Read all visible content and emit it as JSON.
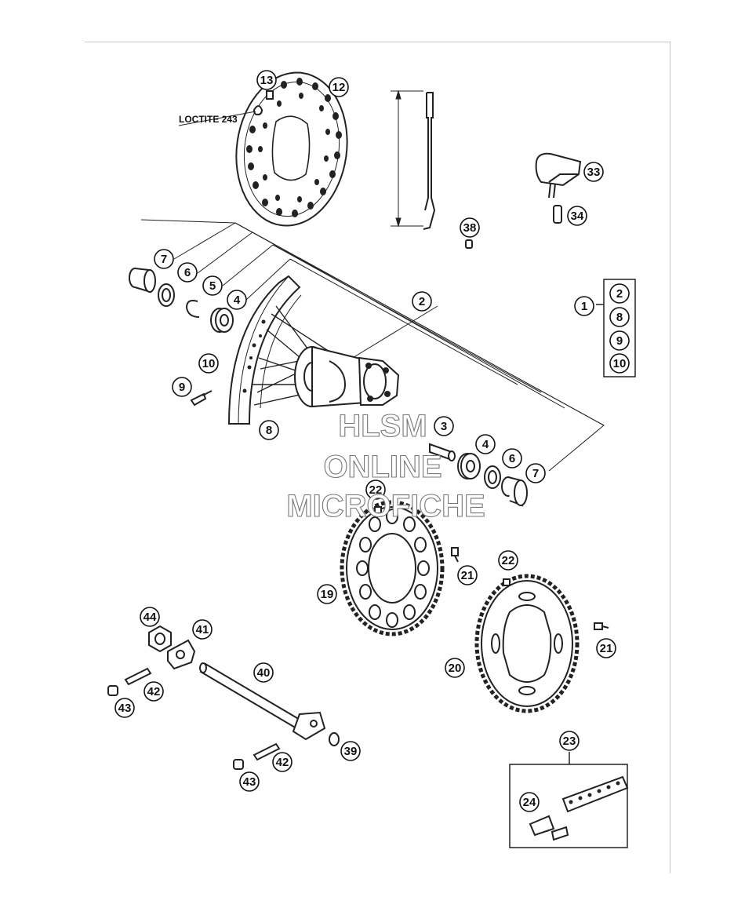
{
  "diagram": {
    "note_label": "LOCTITE 243",
    "watermark": [
      "HLSM",
      "ONLINE",
      "MICROFICHE"
    ],
    "callouts": {
      "c13": "13",
      "c12": "12",
      "c38": "38",
      "c33": "33",
      "c34": "34",
      "c7a": "7",
      "c6a": "6",
      "c5": "5",
      "c4a": "4",
      "c2": "2",
      "c1": "1",
      "k2": "2",
      "k8": "8",
      "k9": "9",
      "k10": "10",
      "c10": "10",
      "c9": "9",
      "c8": "8",
      "c3": "3",
      "c4b": "4",
      "c6b": "6",
      "c7b": "7",
      "c22a": "22",
      "c19": "19",
      "c21a": "21",
      "c22b": "22",
      "c21b": "21",
      "c20": "20",
      "c44": "44",
      "c41": "41",
      "c40": "40",
      "c42a": "42",
      "c43a": "43",
      "c39": "39",
      "c42b": "42",
      "c43b": "43",
      "c23": "23",
      "c24": "24"
    }
  }
}
